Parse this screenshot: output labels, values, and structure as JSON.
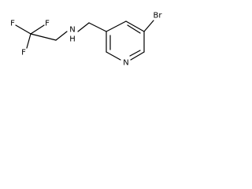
{
  "molecule": {
    "atoms": {
      "fluorine_top_left": "F",
      "fluorine_top_right": "F",
      "fluorine_bottom": "F",
      "amine_nitrogen": "N",
      "amine_hydrogen": "H",
      "bromine": "Br",
      "pyridine_nitrogen": "N"
    },
    "colors": {
      "bond": "#000000",
      "label": "#000000",
      "background": "#ffffff"
    }
  }
}
